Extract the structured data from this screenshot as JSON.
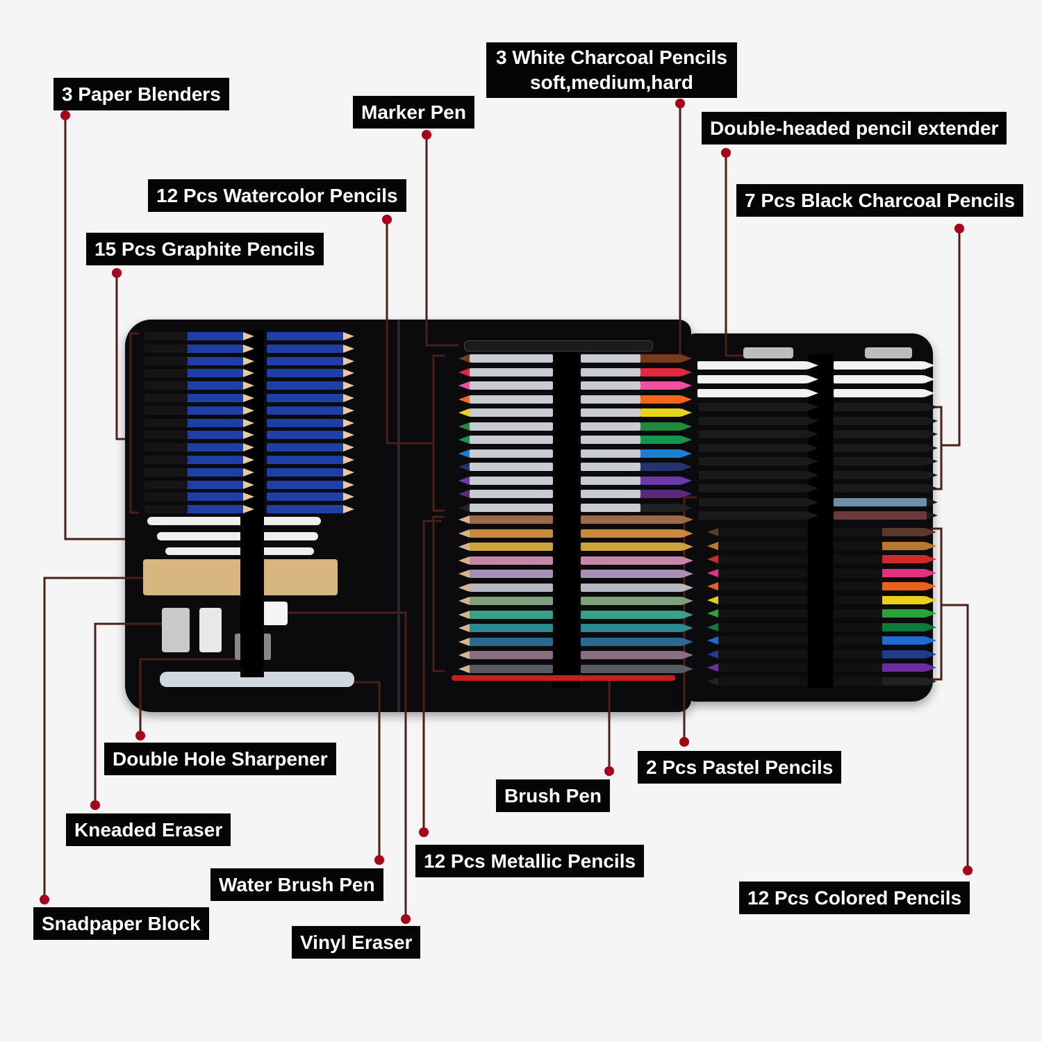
{
  "labels": {
    "paper_blenders": "3 Paper Blenders",
    "marker_pen": "Marker Pen",
    "white_charcoal_line1": "3 White Charcoal Pencils",
    "white_charcoal_line2": "soft,medium,hard",
    "pencil_extender": "Double-headed pencil extender",
    "watercolor_pencils": "12 Pcs Watercolor Pencils",
    "black_charcoal_pencils": "7 Pcs Black Charcoal Pencils",
    "graphite_pencils": "15 Pcs Graphite Pencils",
    "sharpener": "Double Hole Sharpener",
    "pastel_pencils": "2 Pcs Pastel Pencils",
    "brush_pen": "Brush Pen",
    "kneaded_eraser": "Kneaded Eraser",
    "metallic_pencils": "12 Pcs Metallic Pencils",
    "water_brush_pen": "Water Brush Pen",
    "colored_pencils": "12 Pcs Colored Pencils",
    "sandpaper_block": "Snadpaper Block",
    "vinyl_eraser": "Vinyl Eraser"
  },
  "colors": {
    "label_bg": "#050505",
    "label_text": "#ffffff",
    "dot": "#a6001a",
    "leader": "#4a1f17",
    "case": "#0b0b0d"
  },
  "pencil_sets": {
    "watercolor": [
      "#7a3b1d",
      "#e02a3b",
      "#f24fa0",
      "#f2661e",
      "#e6d51a",
      "#1f8a3b",
      "#17944e",
      "#1c7fd4",
      "#23356e",
      "#6b3aa8",
      "#5a2a78",
      "#222222"
    ],
    "metallic": [
      "#9b6a4c",
      "#c9893f",
      "#c9a43a",
      "#c785a8",
      "#a891b8",
      "#b7b7c0",
      "#7fa07a",
      "#3aa08a",
      "#2d8a91",
      "#2a6a8f",
      "#8a6f80",
      "#5a5a62"
    ],
    "colored": [
      "#5a3a2a",
      "#b8772c",
      "#cf2a2a",
      "#e0337b",
      "#e8631a",
      "#e8d01a",
      "#2ba23a",
      "#0f7a3a",
      "#1f6bd0",
      "#1f3c8a",
      "#6a2fa0",
      "#222222"
    ]
  }
}
